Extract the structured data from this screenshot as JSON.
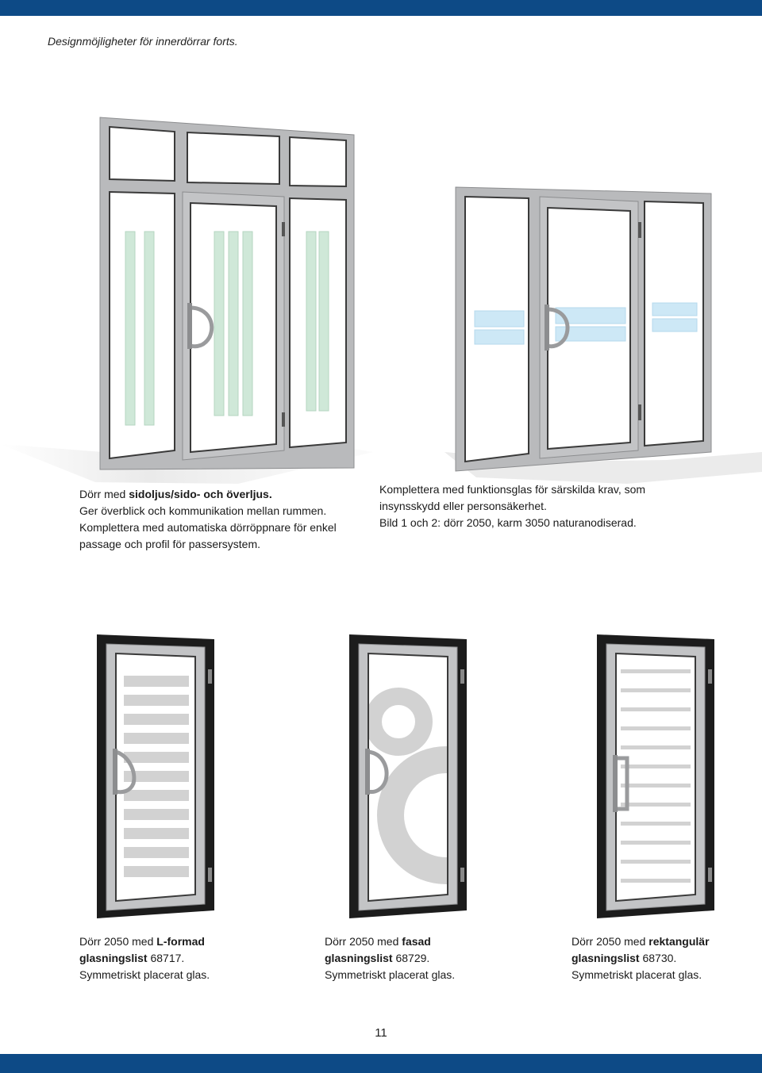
{
  "page": {
    "header_title": "Designmöjligheter för innerdörrar forts.",
    "page_number": "11",
    "colors": {
      "band": "#0d4a86",
      "frame": "#b9babc",
      "frame_dark": "#1c1c1c",
      "green_glass": "#cfe8d8",
      "blue_glass": "#cde8f6",
      "pattern_grey": "#d2d2d2"
    }
  },
  "top_left": {
    "line1_pre": "Dörr med ",
    "line1_bold": "sidoljus/sido- och överljus.",
    "line2": "Ger överblick och kommunikation mellan rummen.",
    "line3": "Komplettera med automatiska dörröppnare för enkel",
    "line4": "passage och profil för passersystem."
  },
  "top_right": {
    "line1": "Komplettera med funktionsglas för särskilda krav, som",
    "line2": "insynsskydd eller personsäkerhet.",
    "line3": "Bild 1 och 2: dörr 2050, karm 3050 naturanodiserad."
  },
  "doors": [
    {
      "pre": "Dörr 2050 med ",
      "bold": "L-formad",
      "line2_bold": "glasningslist",
      "line2_rest": " 68717.",
      "line3": "Symmetriskt placerat glas."
    },
    {
      "pre": "Dörr 2050 med ",
      "bold": "fasad",
      "line2_bold": "glasningslist",
      "line2_rest": " 68729.",
      "line3": "Symmetriskt placerat glas."
    },
    {
      "pre": "Dörr 2050 med ",
      "bold": "rektangulär",
      "line2_bold": "glasningslist",
      "line2_rest": " 68730.",
      "line3": "Symmetriskt placerat glas."
    }
  ]
}
